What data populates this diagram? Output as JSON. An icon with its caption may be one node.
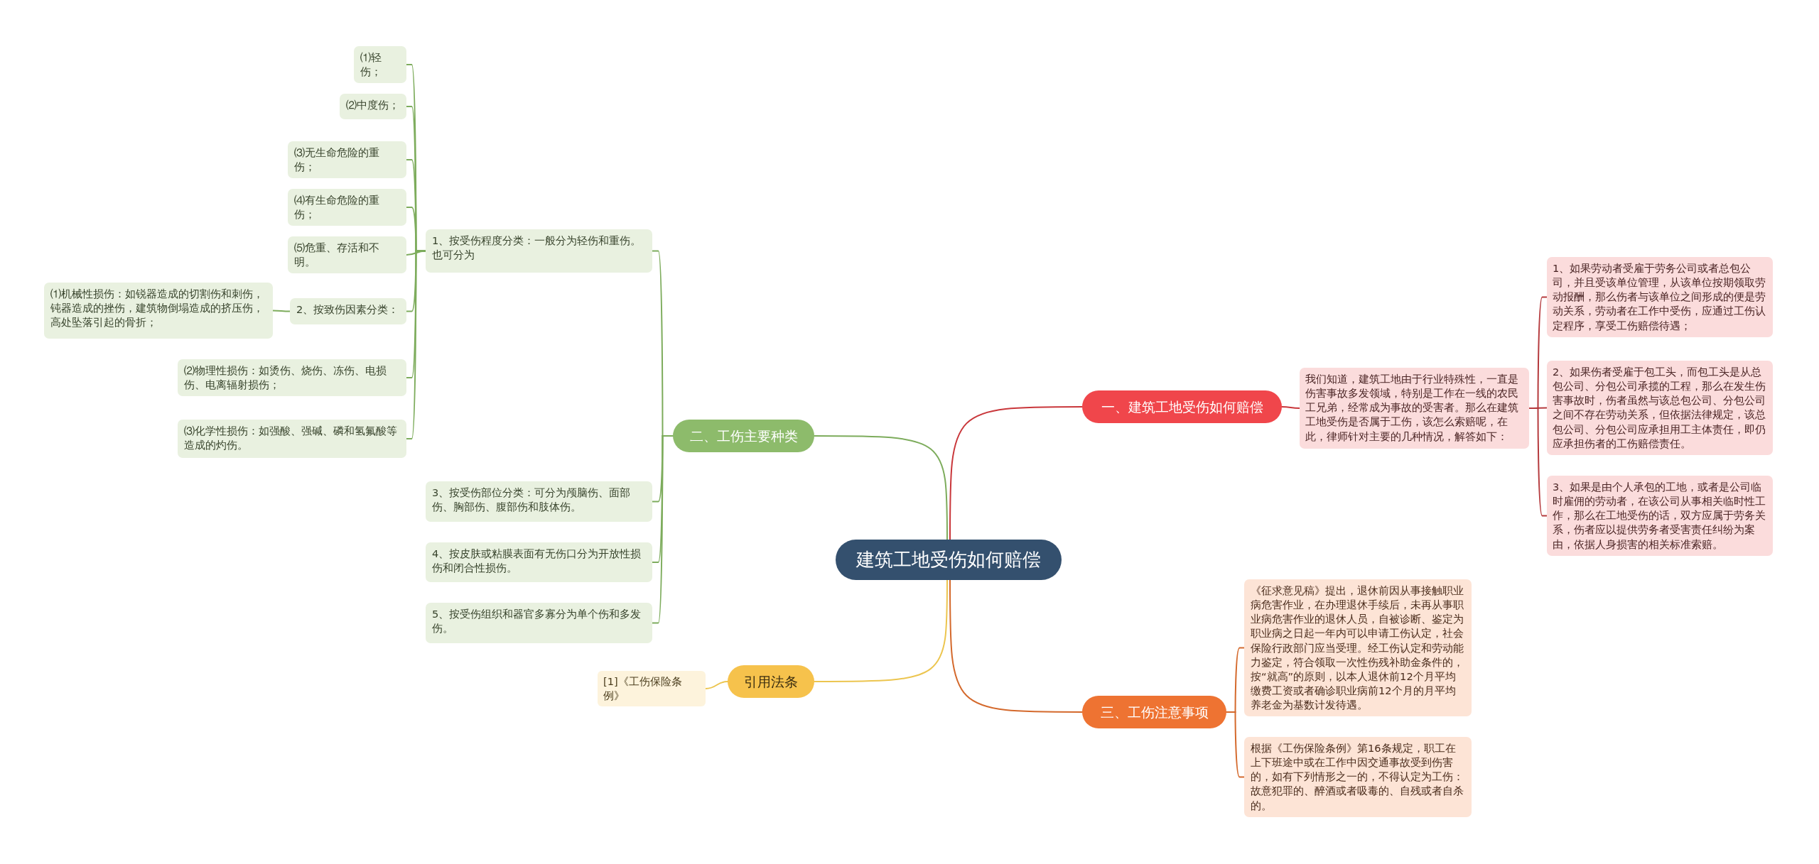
{
  "diagram": {
    "nodes": [
      {
        "text": [
          "建筑工地受伤如何赔偿"
        ]
      },
      {
        "text": [
          "一、建筑工地受伤如何赔偿"
        ]
      },
      {
        "text": [
          "我们知道，建筑工地由于行业特殊性，一直是伤害事故多发领域，特别是工作在一线的农民工兄弟，经常成为事故的受害者。那么在建筑工地受伤是否属于工伤，该怎么索赔呢，在此，律师针对主要的几种情况，解答如下："
        ]
      },
      {
        "text": [
          "1、如果劳动者受雇于劳务公司或者总包公司，并且受该单位管理，从该单位按期领取劳动报酬，那么伤者与该单位之间形成的便是劳动关系，劳动者在工作中受伤，应通过工伤认定程序，享受工伤赔偿待遇；"
        ]
      },
      {
        "text": [
          "2、如果伤者受雇于包工头，而包工头是从总包公司、分包公司承揽的工程，那么在发生伤害事故时，伤者虽然与该总包公司、分包公司之间不存在劳动关系，但依据法律规定，该总包公司、分包公司应承担用工主体责任，即仍应承担伤者的工伤赔偿责任。"
        ]
      },
      {
        "text": [
          "3、如果是由个人承包的工地，或者是公司临时雇佣的劳动者，在该公司从事相关临时性工作，那么在工地受伤的话，双方应属于劳务关系，伤者应以提供劳务者受害责任纠纷为案由，依据人身损害的相关标准索赔。"
        ]
      },
      {
        "text": [
          "二、工伤主要种类"
        ]
      },
      {
        "text": [
          "1、按受伤程度分类：一般分为轻伤和重伤。也可分为"
        ]
      },
      {
        "text": [
          "⑴轻伤；"
        ]
      },
      {
        "text": [
          "⑵中度伤；"
        ]
      },
      {
        "text": [
          "⑶无生命危险的重伤；"
        ]
      },
      {
        "text": [
          "⑷有生命危险的重伤；"
        ]
      },
      {
        "text": [
          "⑸危重、存活和不明。"
        ]
      },
      {
        "text": [
          "2、按致伤因素分类："
        ]
      },
      {
        "text": [
          "⑴机械性损伤：如锐器造成的切割伤和刺伤，钝器造成的挫伤，建筑物倒塌造成的挤压伤，高处坠落引起的骨折；"
        ]
      },
      {
        "text": [
          "⑵物理性损伤：如烫伤、烧伤、冻伤、电损伤、电离辐射损伤；"
        ]
      },
      {
        "text": [
          "⑶化学性损伤：如强酸、强碱、磷和氢氟酸等造成的灼伤。"
        ]
      },
      {
        "text": [
          "3、按受伤部位分类：可分为颅脑伤、面部伤、胸部伤、腹部伤和肢体伤。"
        ]
      },
      {
        "text": [
          "4、按皮肤或粘膜表面有无伤口分为开放性损伤和闭合性损伤。"
        ]
      },
      {
        "text": [
          "5、按受伤组织和器官多寡分为单个伤和多发伤。"
        ]
      },
      {
        "text": [
          "引用法条"
        ]
      },
      {
        "text": [
          "[1]《工伤保险条例》"
        ]
      },
      {
        "text": [
          "三、工伤注意事项"
        ]
      },
      {
        "text": [
          "《征求意见稿》提出，退休前因从事接触职业病危害作业，在办理退休手续后，未再从事职业病危害作业的退休人员，自被诊断、鉴定为职业病之日起一年内可以申请工伤认定，社会保险行政部门应当受理。经工伤认定和劳动能力鉴定，符合领取一次性伤残补助金条件的，按“就高”的原则，以本人退休前12个月平均缴费工资或者确诊职业病前12个月的月平均养老金为基数计发待遇。"
        ]
      },
      {
        "text": [
          "根据《工伤保险条例》第16条规定，职工在上下班途中或在工作中因交通事故受到伤害的，如有下列情形之一的，不得认定为工伤：故意犯罪的、醉酒或者吸毒的、自残或者自杀的。"
        ]
      }
    ],
    "edges": [
      {
        "from": 0,
        "to": 1,
        "arrow": "none",
        "color": "#c9373b"
      },
      {
        "from": 1,
        "to": 2,
        "arrow": "none",
        "color": "#c9373b"
      },
      {
        "from": 2,
        "to": 3,
        "arrow": "none",
        "color": "#b53a3d"
      },
      {
        "from": 2,
        "to": 4,
        "arrow": "none",
        "color": "#b53a3d"
      },
      {
        "from": 2,
        "to": 5,
        "arrow": "none",
        "color": "#b53a3d"
      },
      {
        "from": 0,
        "to": 6,
        "arrow": "none"
      },
      {
        "from": 6,
        "to": 7,
        "arrow": "none"
      },
      {
        "from": 7,
        "to": 8,
        "arrow": "none"
      },
      {
        "from": 7,
        "to": 9,
        "arrow": "none"
      },
      {
        "from": 7,
        "to": 10,
        "arrow": "none"
      },
      {
        "from": 7,
        "to": 11,
        "arrow": "none"
      },
      {
        "from": 7,
        "to": 12,
        "arrow": "none"
      },
      {
        "from": 7,
        "to": 13,
        "arrow": "none"
      },
      {
        "from": 13,
        "to": 14,
        "arrow": "none"
      },
      {
        "from": 7,
        "to": 15,
        "arrow": "none"
      },
      {
        "from": 7,
        "to": 16,
        "arrow": "none"
      },
      {
        "from": 6,
        "to": 17,
        "arrow": "none"
      },
      {
        "from": 6,
        "to": 18,
        "arrow": "none"
      },
      {
        "from": 6,
        "to": 19,
        "arrow": "none"
      },
      {
        "from": 0,
        "to": 20,
        "arrow": "none",
        "color": "#ecc54f"
      },
      {
        "from": 20,
        "to": 21,
        "arrow": "none",
        "color": "#ecc54f"
      },
      {
        "from": 0,
        "to": 22,
        "arrow": "none",
        "color": "#d4692c"
      },
      {
        "from": 22,
        "to": 23,
        "arrow": "none",
        "color": "#d4692c"
      },
      {
        "from": 22,
        "to": 24,
        "arrow": "none",
        "color": "#d4692c"
      }
    ]
  }
}
